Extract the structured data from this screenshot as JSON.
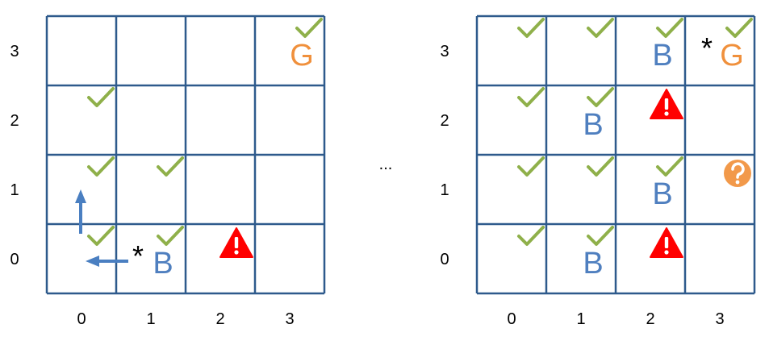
{
  "colors": {
    "grid_line": "#2e5a8c",
    "check": "#8fb04a",
    "letter_b": "#4f7fbf",
    "letter_g": "#f0903c",
    "arrow": "#4a7fc1",
    "warning": "#ff0000",
    "question_bg": "#f2994a"
  },
  "ellipsis": "...",
  "grids": [
    {
      "id": "left",
      "row_labels": [
        "3",
        "2",
        "1",
        "0"
      ],
      "col_labels": [
        "0",
        "1",
        "2",
        "3"
      ],
      "cells": [
        {
          "col": 3,
          "row": 3,
          "check": true,
          "letter": "G",
          "letter_color": "letter_g"
        },
        {
          "col": 0,
          "row": 2,
          "check": true
        },
        {
          "col": 0,
          "row": 1,
          "check": true,
          "arrow": "up"
        },
        {
          "col": 1,
          "row": 1,
          "check": true
        },
        {
          "col": 0,
          "row": 0,
          "check": true,
          "arrow": "left"
        },
        {
          "col": 1,
          "row": 0,
          "check": true,
          "letter": "B",
          "letter_color": "letter_b",
          "star": "*"
        },
        {
          "col": 2,
          "row": 0,
          "icon": "warning"
        }
      ]
    },
    {
      "id": "right",
      "row_labels": [
        "3",
        "2",
        "1",
        "0"
      ],
      "col_labels": [
        "0",
        "1",
        "2",
        "3"
      ],
      "cells": [
        {
          "col": 0,
          "row": 3,
          "check": true
        },
        {
          "col": 1,
          "row": 3,
          "check": true
        },
        {
          "col": 2,
          "row": 3,
          "check": true,
          "letter": "B",
          "letter_color": "letter_b"
        },
        {
          "col": 3,
          "row": 3,
          "check": true,
          "letter": "G",
          "letter_color": "letter_g",
          "star": "*"
        },
        {
          "col": 0,
          "row": 2,
          "check": true
        },
        {
          "col": 1,
          "row": 2,
          "check": true,
          "letter": "B",
          "letter_color": "letter_b"
        },
        {
          "col": 2,
          "row": 2,
          "icon": "warning"
        },
        {
          "col": 0,
          "row": 1,
          "check": true
        },
        {
          "col": 1,
          "row": 1,
          "check": true
        },
        {
          "col": 2,
          "row": 1,
          "check": true,
          "letter": "B",
          "letter_color": "letter_b"
        },
        {
          "col": 3,
          "row": 1,
          "icon": "question"
        },
        {
          "col": 0,
          "row": 0,
          "check": true
        },
        {
          "col": 1,
          "row": 0,
          "check": true,
          "letter": "B",
          "letter_color": "letter_b"
        },
        {
          "col": 2,
          "row": 0,
          "icon": "warning"
        }
      ]
    }
  ]
}
